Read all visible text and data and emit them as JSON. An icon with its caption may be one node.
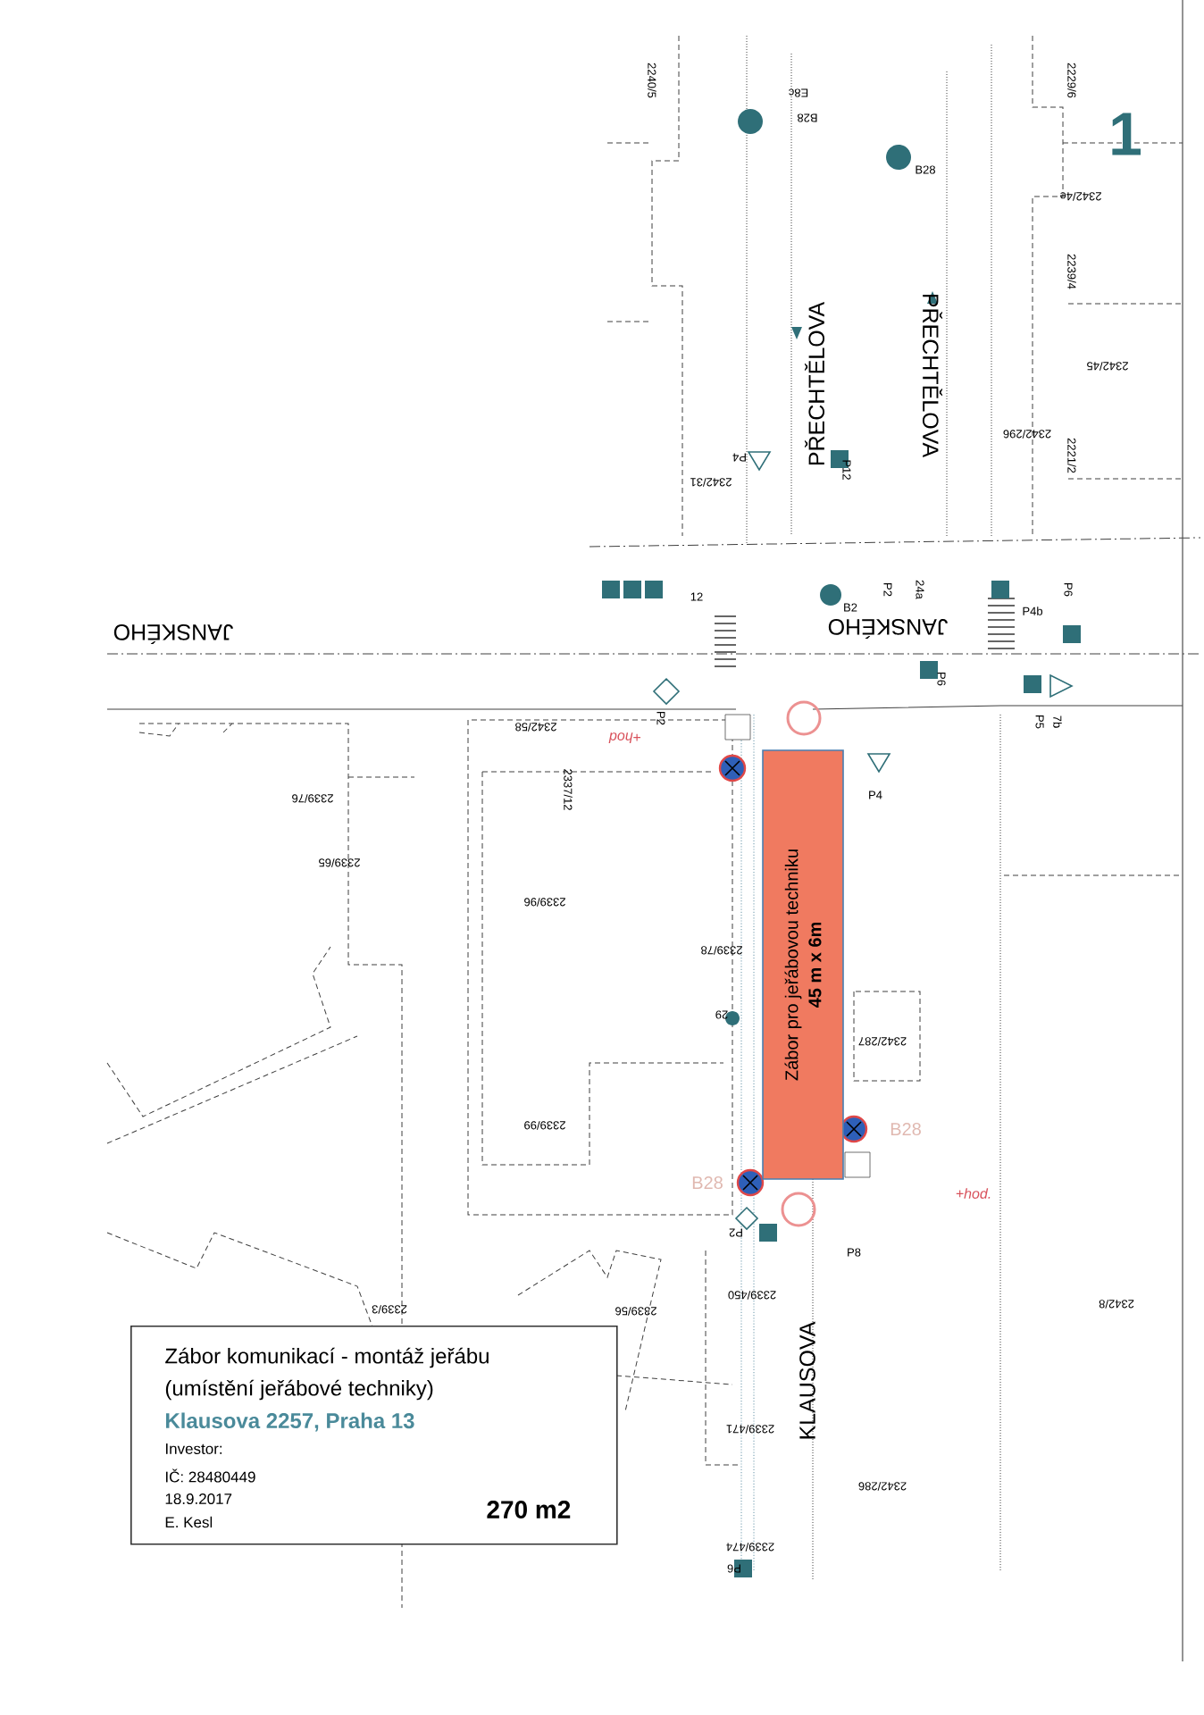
{
  "diagram": {
    "nodes": [
      {
        "text": [
          "Zábor pro jeřábovou techniku",
          "45 m x 6m"
        ]
      },
      {
        "text": [
          "Zábor komunikací - montáž jeřábu",
          "(umístění jeřábové techniky)",
          "Klausova 2257, Praha 13",
          "Investor:",
          "IČ: 28480449",
          "18.9.2017",
          "E. Kesl",
          "270 m2"
        ]
      }
    ],
    "labels": [
      "2240/5",
      "2229/6",
      "1",
      "E8c",
      "B28",
      "B28",
      "2342/4e",
      "2239/4",
      "PŘECHTĚLOVA",
      "PŘECHTĚLOVA",
      "2342/45",
      "2342/296",
      "2221/2",
      "P12",
      "P4",
      "2342/31",
      "12",
      "B2",
      "P2",
      "24a",
      "JANSKÉHO",
      "JANSKÉHO",
      "P4b",
      "P6",
      "P2",
      "+hod",
      "2342/58",
      "2337/12",
      "P6",
      "P5",
      "7b",
      "P4",
      "2339/76",
      "2339/65",
      "2339/96",
      "2339/78",
      "29",
      "2342/287",
      "2339/99",
      "B28",
      "B28",
      "+hod.",
      "P2",
      "P8",
      "2339/3",
      "2339/450",
      "2339/56",
      "2342/8",
      "KLAUSOVA",
      "2339/471",
      "2342/286",
      "2339/474",
      "P6"
    ]
  }
}
